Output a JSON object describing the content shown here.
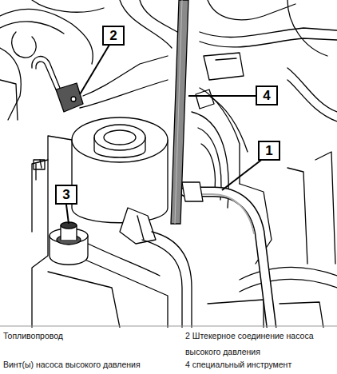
{
  "diagram": {
    "nodes": [
      {
        "text": [
          "2"
        ]
      },
      {
        "text": [
          "4"
        ]
      },
      {
        "text": [
          "1"
        ]
      },
      {
        "text": [
          "3"
        ]
      }
    ],
    "labels": [
      "Топливопровод",
      "2 Штекерное соединение насоса высокого давления",
      "Винт(ы) насоса высокого давления",
      "4 специальный инструмент"
    ]
  }
}
